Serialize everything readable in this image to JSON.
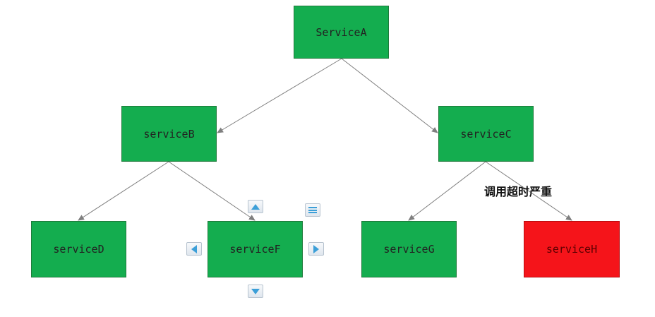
{
  "nodes": {
    "a": {
      "label": "ServiceA",
      "status": "normal"
    },
    "b": {
      "label": "serviceB",
      "status": "normal"
    },
    "c": {
      "label": "serviceC",
      "status": "normal"
    },
    "d": {
      "label": "serviceD",
      "status": "normal"
    },
    "f": {
      "label": "serviceF",
      "status": "normal"
    },
    "g": {
      "label": "serviceG",
      "status": "normal"
    },
    "h": {
      "label": "serviceH",
      "status": "timeout"
    }
  },
  "edges": [
    {
      "from": "ServiceA",
      "to": "serviceB"
    },
    {
      "from": "ServiceA",
      "to": "serviceC"
    },
    {
      "from": "serviceB",
      "to": "serviceD"
    },
    {
      "from": "serviceB",
      "to": "serviceF"
    },
    {
      "from": "serviceC",
      "to": "serviceG"
    },
    {
      "from": "serviceC",
      "to": "serviceH"
    }
  ],
  "annotation": {
    "text": "调用超时严重"
  },
  "colors": {
    "normal": "#14ad4f",
    "timeout": "#f5141a",
    "edge": "#7f7f7f",
    "handle": "#3c9fd8"
  },
  "selection_handles": [
    "move-up-icon",
    "move-down-icon",
    "move-left-icon",
    "move-right-icon",
    "menu-icon"
  ]
}
